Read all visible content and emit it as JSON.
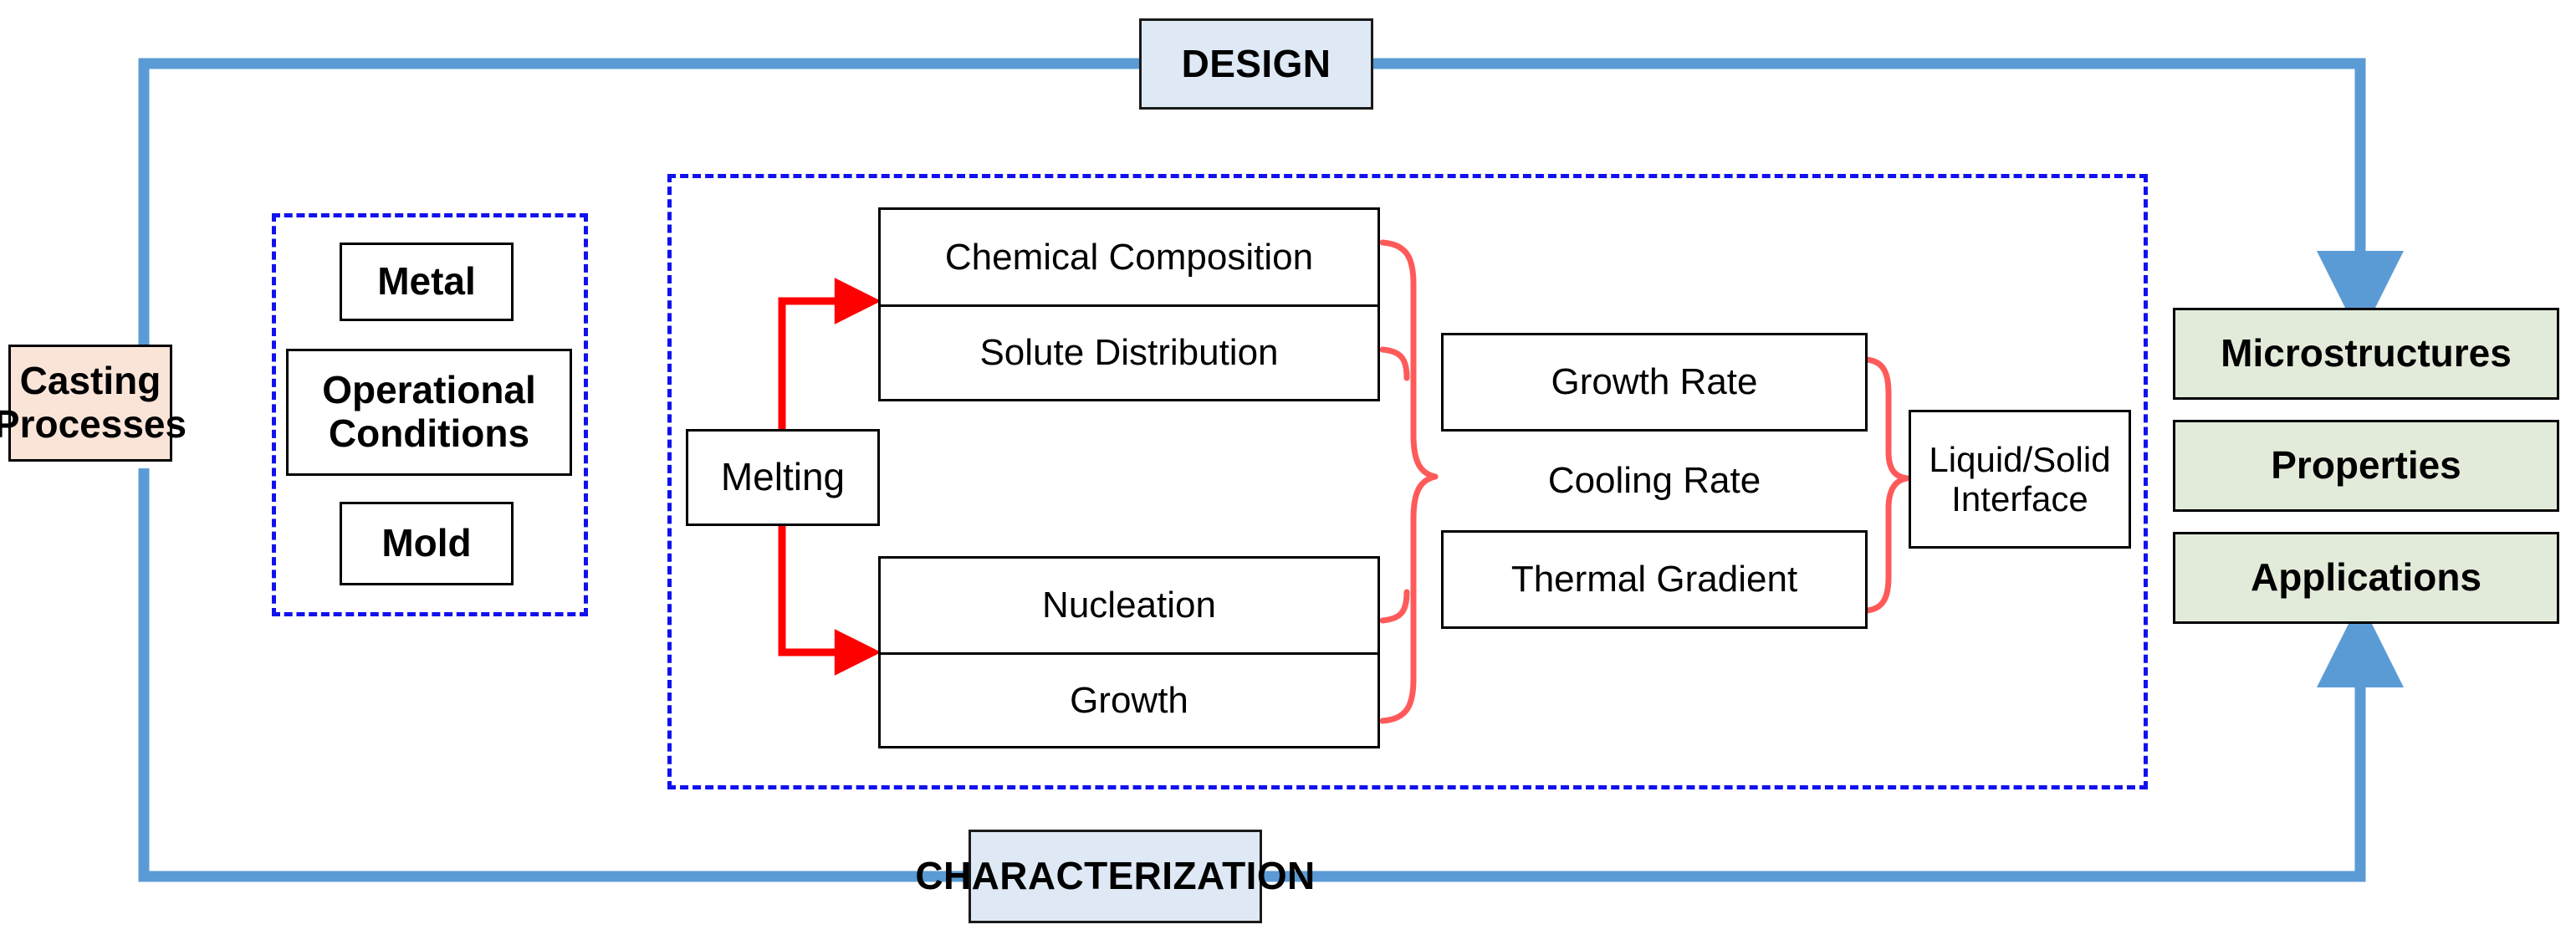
{
  "diagram": {
    "title": "Casting process - solidification - microstructure flow diagram",
    "colors": {
      "loop_blue": "#5B9BD5",
      "header_fill": "#DEE9F5",
      "green_fill": "#E2EBDA",
      "peach_fill": "#FAE4D8",
      "dashed_blue": "#1111EE",
      "brace_red": "#FF3B3B",
      "arrow_red": "#FF0000",
      "outline_black": "#000000"
    },
    "loop": {
      "top_label": "DESIGN",
      "bottom_label": "CHARACTERIZATION"
    },
    "input": {
      "casting_processes": "Casting\nProcesses"
    },
    "inputs_group": {
      "items": [
        {
          "label": "Metal"
        },
        {
          "label": "Operational\nConditions"
        },
        {
          "label": "Mold"
        }
      ]
    },
    "process_group": {
      "melting": "Melting",
      "composition_stack": [
        "Chemical Composition",
        "Solute Distribution"
      ],
      "nucleation_stack": [
        "Nucleation",
        "Growth"
      ],
      "rates_stack": [
        "Growth Rate",
        "Cooling Rate",
        "Thermal Gradient"
      ],
      "interface": "Liquid/Solid\nInterface"
    },
    "outputs": [
      {
        "label": "Microstructures"
      },
      {
        "label": "Properties"
      },
      {
        "label": "Applications"
      }
    ]
  }
}
